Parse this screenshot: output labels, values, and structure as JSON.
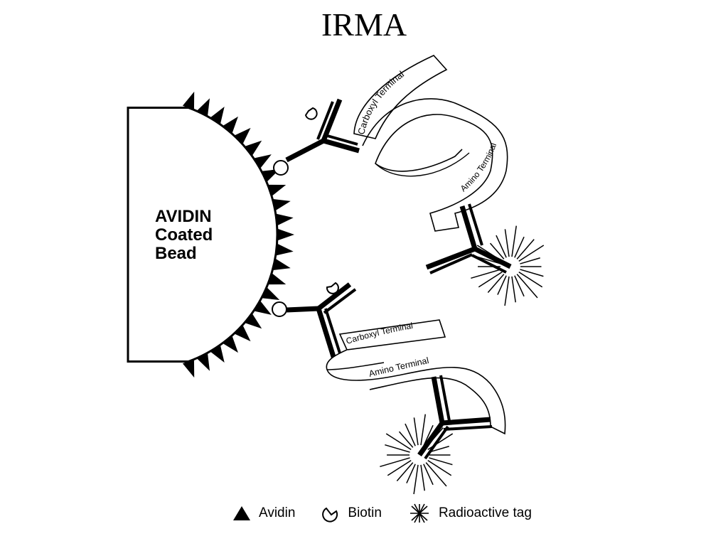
{
  "title": "IRMA",
  "bead": {
    "line1": "AVIDIN",
    "line2": "Coated",
    "line3": "Bead"
  },
  "ribbons": {
    "upper": {
      "carboxyl_label": "Carboxyl Terminal",
      "amino_label": "Amino Terminal"
    },
    "lower": {
      "carboxyl_label": "Carboxyl Terminal",
      "amino_label": "Amino Terminal"
    }
  },
  "legend": {
    "avidin": "Avidin",
    "biotin": "Biotin",
    "tag": "Radioactive tag"
  }
}
